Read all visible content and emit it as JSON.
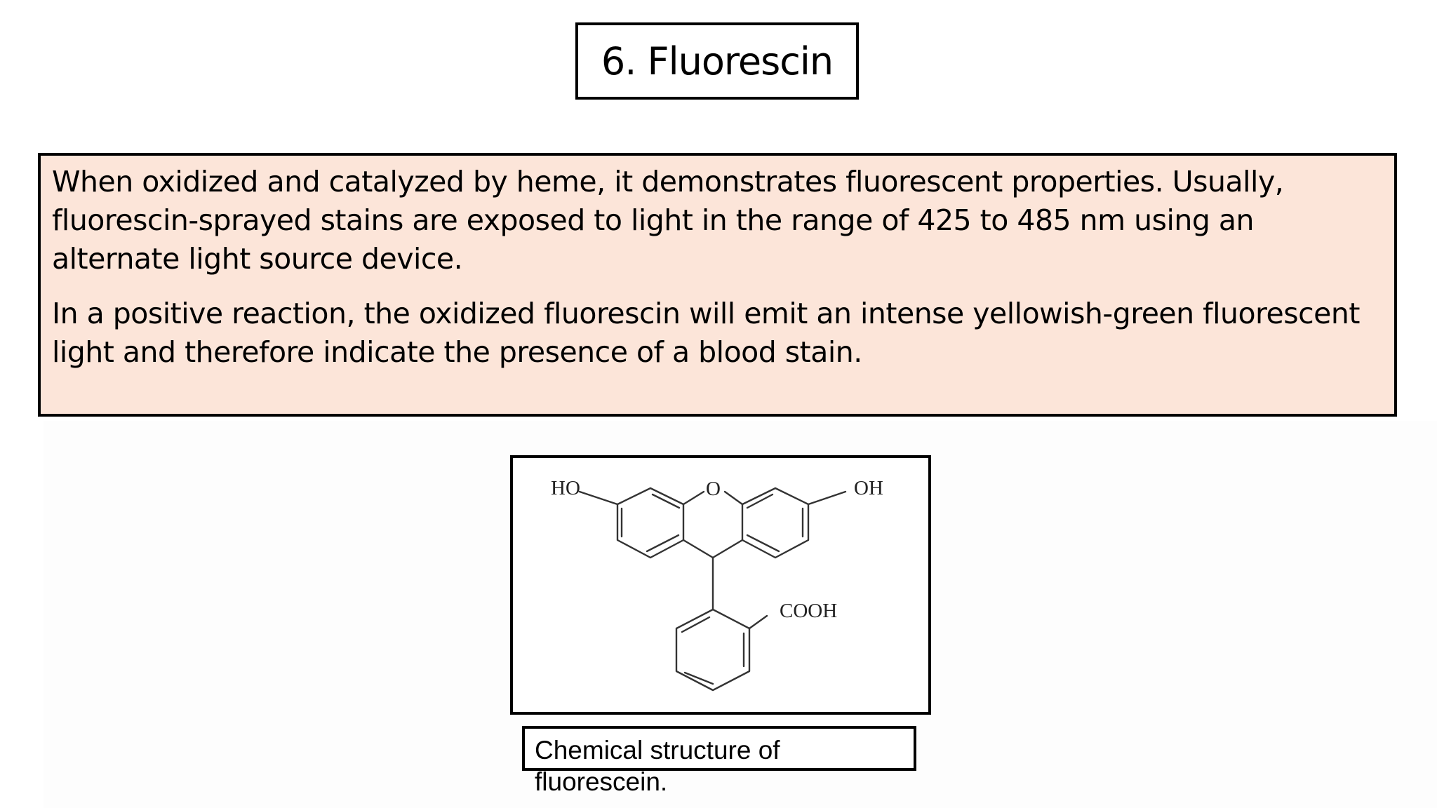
{
  "slide": {
    "title": "6. Fluorescin",
    "paragraphs": [
      "When oxidized and catalyzed by heme, it demonstrates fluorescent properties. Usually, fluorescin-sprayed stains are exposed to light in the range of 425 to 485 nm using an alternate light source device.",
      " In a positive reaction, the oxidized fluorescin will emit an intense yellowish-green fluorescent light and therefore indicate the presence of a blood stain."
    ],
    "figure": {
      "labels": {
        "ho": "HO",
        "o": "O",
        "oh": "OH",
        "cooh": "COOH"
      },
      "caption": "Chemical structure of fluorescein."
    }
  },
  "colors": {
    "text_box_background": "#fce5d9",
    "border": "#000000"
  }
}
